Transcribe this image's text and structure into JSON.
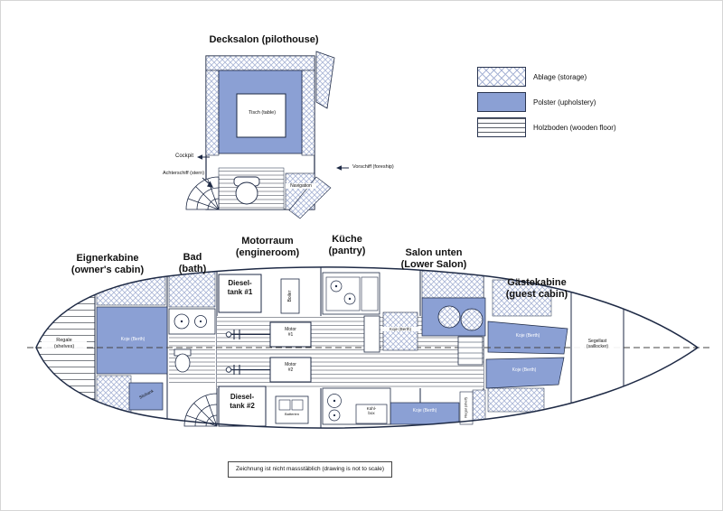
{
  "colors": {
    "upholstery": "#8ba0d4",
    "hatch_line": "#a9b5d6",
    "outline": "#1e2a45",
    "floor_line": "#5a5f68"
  },
  "pilothouse": {
    "title": "Decksalon (pilothouse)",
    "table": "Tisch (table)",
    "cockpit": "Cockpit",
    "stern": "Achterschiff (stern)",
    "foreship": "Vorschiff (foreship)",
    "navigation": "Navigation"
  },
  "legend": {
    "items": [
      {
        "key": "storage",
        "label": "Ablage (storage)"
      },
      {
        "key": "upholstery",
        "label": "Polster (upholstery)"
      },
      {
        "key": "wooden_floor",
        "label": "Holzboden (wooden floor)"
      }
    ]
  },
  "room_labels": {
    "owners_cabin": "Eignerkabine\n(owner's cabin)",
    "bath": "Bad\n(bath)",
    "engine_room": "Motorraum\n(engineroom)",
    "pantry": "Küche\n(pantry)",
    "lower_salon": "Salon unten\n(Lower Salon)",
    "guest_cabin": "Gästekabine\n(guest cabin)"
  },
  "interior": {
    "shelves": "Regale\n(shelves)",
    "owner_berth": "Koje (Berth)",
    "owner_seat": "Sitzbank",
    "dieseltank1": "Diesel-\ntank #1",
    "boiler": "Boiler",
    "motor1": "Motor\n#1",
    "motor2": "Motor\n#2",
    "dieseltank2": "Diesel-\ntank #2",
    "batteries": "Batterien",
    "galley_berth": "Koje (Berth)",
    "coolbox": "Kühl-\nbox",
    "salon_berth": "Koje (Berth)",
    "salon_shelf": "Regal (shelf)",
    "guest_berth_fwd": "Koje (Berth)",
    "guest_berth_aft": "Koje (Berth)",
    "saillocker": "Segellast\n(saillocker)"
  },
  "note": "Zeichnung ist nicht massstäblich (drawing is not to scale)"
}
